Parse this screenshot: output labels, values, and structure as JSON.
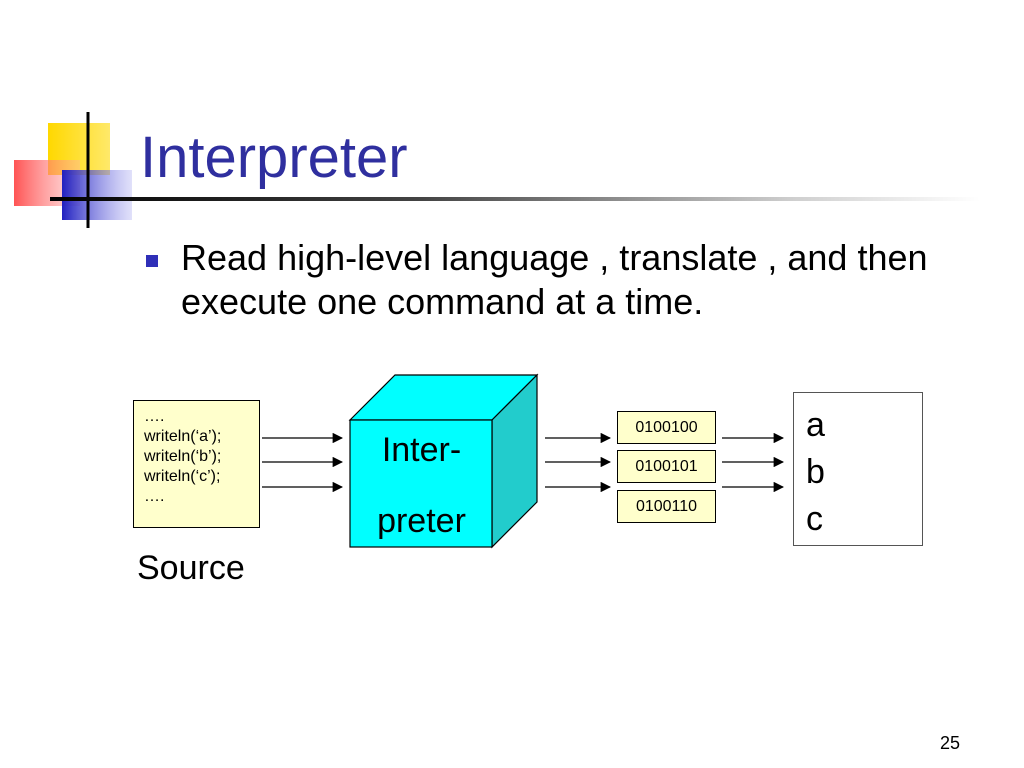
{
  "slide": {
    "title": "Interpreter",
    "bullet": "Read high-level language , translate , and then execute one command at a time.",
    "page_number": "25"
  },
  "diagram": {
    "source_lines": [
      "….",
      "writeln(‘a’);",
      "writeln(‘b’);",
      "writeln(‘c’);",
      "…."
    ],
    "source_label": "Source",
    "interpreter_line1": "Inter-",
    "interpreter_line2": "preter",
    "machine_codes": [
      "0100100",
      "0100101",
      "0100110"
    ],
    "output_lines": [
      "a",
      "b",
      "c"
    ]
  },
  "colors": {
    "title": "#2f2f9f",
    "bullet": "#2f2fb8",
    "box_fill": "#ffffcc",
    "cube_fill": "#00ffff",
    "cube_side": "#22cccc",
    "logo_yellow": "#ffd800",
    "logo_red": "#ff5050",
    "logo_blue": "#3333cc"
  },
  "icons": [
    "bullet-square-icon",
    "slide-logo-icon",
    "cube-icon",
    "arrow-icon"
  ]
}
